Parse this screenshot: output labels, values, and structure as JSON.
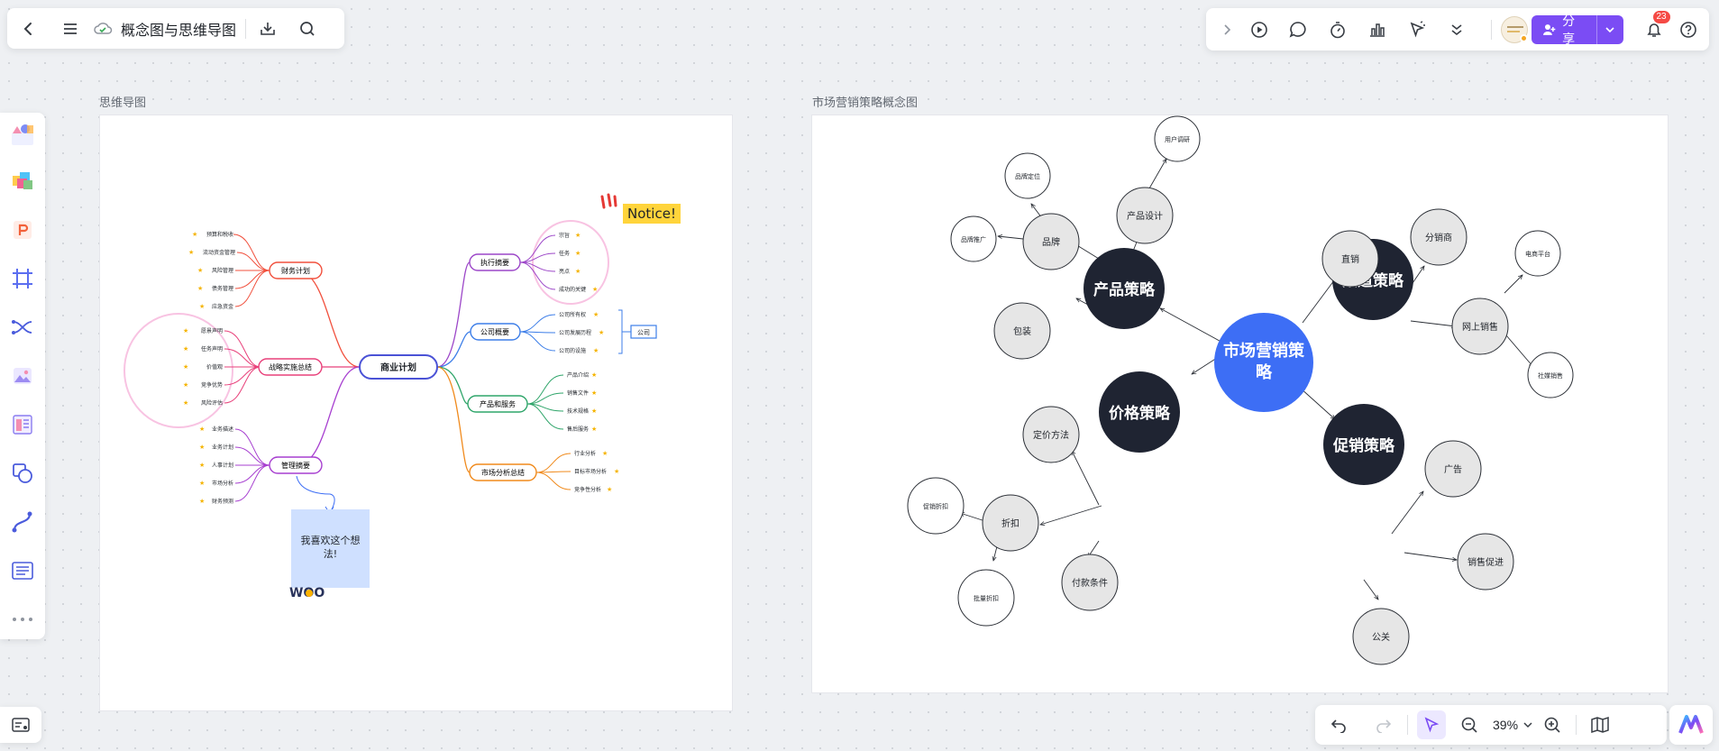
{
  "app": {
    "doc_title": "概念图与思维导图",
    "share_label": "分享",
    "notification_count": "23"
  },
  "canvas": {
    "zoom": "39%",
    "frames": {
      "mindmap_label": "思维导图",
      "concept_label": "市场营销策略概念图"
    }
  },
  "mindmap": {
    "center": "商业计划",
    "branches": [
      {
        "label": "财务计划",
        "color": "#f1503d",
        "leaves": [
          "预算和税收",
          "流动资金管理",
          "风险管理",
          "债务管理",
          "应急资金"
        ]
      },
      {
        "label": "战略实施总结",
        "color": "#e8407a",
        "leaves": [
          "愿景声明",
          "任务声明",
          "价值观",
          "竞争优势",
          "风险评估"
        ]
      },
      {
        "label": "管理摘要",
        "color": "#a73fd0",
        "leaves": [
          "业务描述",
          "业务计划",
          "人事计划",
          "市场分析",
          "财务预测"
        ]
      },
      {
        "label": "执行摘要",
        "color": "#9c46c8",
        "leaves": [
          "宗旨",
          "任务",
          "亮点",
          "成功的关键"
        ]
      },
      {
        "label": "公司概要",
        "color": "#3d7ee8",
        "leaves": [
          "公司所有权",
          "公司发展历程",
          "公司的设施"
        ]
      },
      {
        "label": "产品和服务",
        "color": "#2fa56a",
        "leaves": [
          "产品介绍",
          "销售文件",
          "技术规格",
          "售后服务"
        ]
      },
      {
        "label": "市场分析总结",
        "color": "#f08a1c",
        "leaves": [
          "行业分析",
          "目标市场分析",
          "竞争性分析"
        ]
      }
    ],
    "company_tag": "公司",
    "sticky_note": "我喜欢这个想法!",
    "notice_sticker": "Notice!",
    "woo_sticker": "WOO"
  },
  "concept_map": {
    "center": "市场营销策略",
    "primary": [
      "产品策略",
      "渠道策略",
      "价格策略",
      "促销策略"
    ],
    "secondary": {
      "product": [
        "品牌",
        "产品设计",
        "包装",
        "品牌定位",
        "品牌推广",
        "用户调研"
      ],
      "channel": [
        "直销",
        "分销商",
        "网上销售",
        "电商平台",
        "社媒销售"
      ],
      "price": [
        "定价方法",
        "折扣",
        "付款条件",
        "促销折扣",
        "批量折扣"
      ],
      "promo": [
        "广告",
        "销售促进",
        "公关"
      ]
    }
  },
  "colors": {
    "accent": "#7b4cf4",
    "concept_center": "#3d6ef5",
    "concept_primary": "#1f2432",
    "node_fill": "#e6e6e6"
  }
}
